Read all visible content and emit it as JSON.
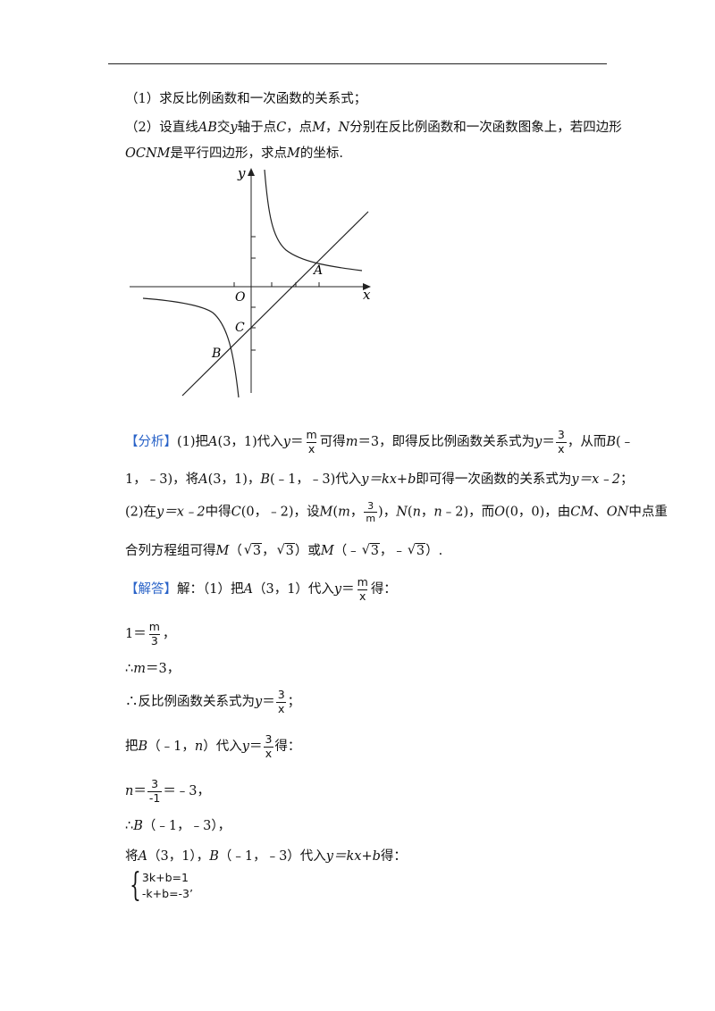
{
  "problem": {
    "q1_text": "（1）求反比例函数和一次函数的关系式；",
    "q2_line1_a": "（2）设直线",
    "q2_line1_ab": "AB",
    "q2_line1_b": "交",
    "q2_line1_y": "y",
    "q2_line1_c": "轴于点",
    "q2_line1_C": "C",
    "q2_line1_d": "，点",
    "q2_line1_M": "M",
    "q2_line1_e": "，",
    "q2_line1_N": "N",
    "q2_line1_f": "分别在反比例函数和一次函数图象上，若四边形",
    "q2_line2_ocnm": "OCNM",
    "q2_line2_a": "是平行四边形，求点",
    "q2_line2_M": "M",
    "q2_line2_b": "的坐标."
  },
  "graph": {
    "y_axis_label": "y",
    "x_axis_label": "x",
    "origin_label": "O",
    "point_A_label": "A",
    "point_B_label": "B",
    "point_C_label": "C"
  },
  "analysis": {
    "tag": "【分析】",
    "l1_a": "(1)把",
    "l1_A": "A",
    "l1_b": "(3，1)代入",
    "l1_y": "y",
    "l1_eq": "＝",
    "l1_frac_num": "m",
    "l1_frac_den": "x",
    "l1_c": "可得",
    "l1_m": "m",
    "l1_d": "＝3，即得反比例函数关系式为",
    "l1_y2": "y",
    "l1_eq2": "＝",
    "l1_frac2_num": "3",
    "l1_frac2_den": "x",
    "l1_e": "，从而",
    "l1_B": "B",
    "l1_f": "(﹣",
    "l2_a": "1，﹣3)，将",
    "l2_A": "A",
    "l2_b": "(3，1)，",
    "l2_B": "B",
    "l2_c": "(﹣1，﹣3)代入",
    "l2_eq": "y＝kx+b",
    "l2_d": "即可得一次函数的关系式为",
    "l2_res": "y＝x﹣2",
    "l2_e": "；",
    "l3_a": "(2)在",
    "l3_eq": "y＝x﹣2",
    "l3_b": "中得",
    "l3_C": "C",
    "l3_c": "(0，﹣2)，设",
    "l3_M": "M",
    "l3_d": "(",
    "l3_m": "m",
    "l3_e": "，",
    "l3_frac_num": "3",
    "l3_frac_den": "m",
    "l3_f": ")，",
    "l3_N": "N",
    "l3_g": "(",
    "l3_n": "n",
    "l3_h": "，",
    "l3_n2": "n",
    "l3_i": "﹣2)，而",
    "l3_O": "O",
    "l3_j": "(0，0)，由",
    "l3_CM": "CM",
    "l3_k": "、",
    "l3_ON": "ON",
    "l3_l": "中点重",
    "l4_a": "合列方程组可得",
    "l4_M": "M",
    "l4_b": "（",
    "l4_r1": "3",
    "l4_c": "，",
    "l4_r2": "3",
    "l4_d": "）或",
    "l4_M2": "M",
    "l4_e": "（﹣",
    "l4_r3": "3",
    "l4_f": "，﹣",
    "l4_r4": "3",
    "l4_g": "）."
  },
  "solution": {
    "tag": "【解答】",
    "s1_a": "解：（1）把",
    "s1_A": "A",
    "s1_b": "（3，1）代入",
    "s1_y": "y",
    "s1_eq": "＝",
    "s1_num": "m",
    "s1_den": "x",
    "s1_c": "得：",
    "s2_a": "1＝",
    "s2_num": "m",
    "s2_den": "3",
    "s2_b": "，",
    "s3_a": "∴",
    "s3_m": "m",
    "s3_b": "＝3，",
    "s4_a": "∴反比例函数关系式为",
    "s4_y": "y",
    "s4_eq": "＝",
    "s4_num": "3",
    "s4_den": "x",
    "s4_b": "；",
    "s5_a": "把",
    "s5_B": "B",
    "s5_b": "（﹣1，",
    "s5_n": "n",
    "s5_c": "）代入",
    "s5_y": "y",
    "s5_eq": "＝",
    "s5_num": "3",
    "s5_den": "x",
    "s5_d": "得：",
    "s6_n": "n",
    "s6_a": "＝",
    "s6_num": "3",
    "s6_den": "-1",
    "s6_b": "＝﹣3，",
    "s7_a": "∴",
    "s7_B": "B",
    "s7_b": "（﹣1，﹣3），",
    "s8_a": "将",
    "s8_A": "A",
    "s8_b": "（3，1），",
    "s8_B": "B",
    "s8_c": "（﹣1，﹣3）代入",
    "s8_eq": "y＝kx+b",
    "s8_d": "得：",
    "sys_eq1": "3k+b=1",
    "sys_eq2": "-k+b=-3",
    "sys_end": "’"
  }
}
